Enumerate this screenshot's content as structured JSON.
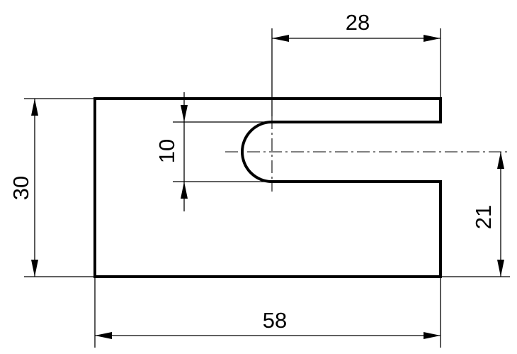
{
  "dimensions": {
    "overall_width": "58",
    "overall_height": "30",
    "slot_length": "28",
    "slot_width": "10",
    "slot_center_height": "21"
  }
}
